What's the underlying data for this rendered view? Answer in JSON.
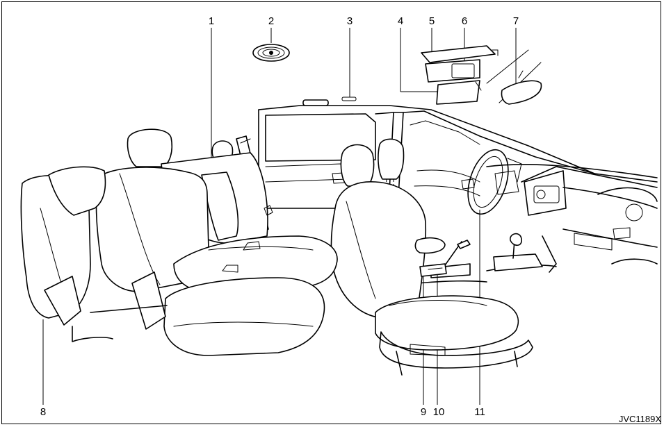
{
  "callouts": [
    {
      "label": "1"
    },
    {
      "label": "2"
    },
    {
      "label": "3"
    },
    {
      "label": "4"
    },
    {
      "label": "5"
    },
    {
      "label": "6"
    },
    {
      "label": "7"
    },
    {
      "label": "8"
    },
    {
      "label": "9"
    },
    {
      "label": "10"
    },
    {
      "label": "11"
    }
  ],
  "figure_code": "JVC1189X"
}
